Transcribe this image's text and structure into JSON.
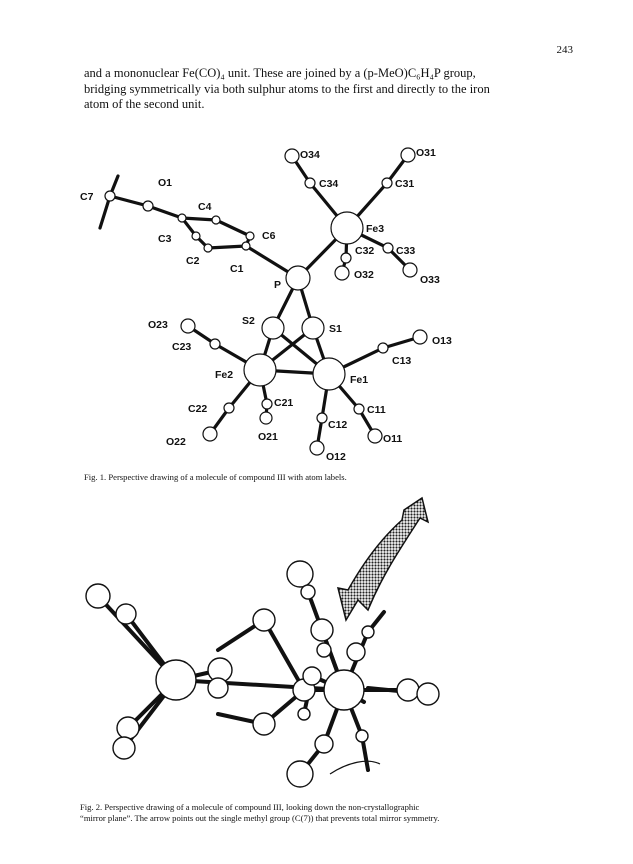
{
  "page": {
    "number": "243"
  },
  "body_text": {
    "lines": [
      "and a mononuclear Fe(CO)₄ unit. These are joined by a (p-MeO)C₆H₄P group,",
      "bridging symmetrically via both sulphur atoms to the first and directly to the iron",
      "atom of the second unit."
    ]
  },
  "figure1": {
    "caption": "Fig. 1. Perspective drawing of a molecule of compound III with atom labels.",
    "atom_labels": {
      "o34": "O34",
      "o31": "O31",
      "c34": "C34",
      "c31": "C31",
      "c7": "C7",
      "o1": "O1",
      "c4": "C4",
      "c3": "C3",
      "c6": "C6",
      "c2": "C2",
      "c1": "C1",
      "p": "P",
      "fe3": "Fe3",
      "c32": "C32",
      "c33": "C33",
      "o32": "O32",
      "o33": "O33",
      "o23": "O23",
      "s2": "S2",
      "s1": "S1",
      "c23": "C23",
      "o13": "O13",
      "c13": "C13",
      "fe2": "Fe2",
      "fe1": "Fe1",
      "c22": "C22",
      "c21": "C21",
      "c11": "C11",
      "c12": "C12",
      "o22": "O22",
      "o21": "O21",
      "o11": "O11",
      "o12": "O12"
    }
  },
  "figure2": {
    "caption_lines": [
      "Fig. 2. Perspective drawing of a molecule of compound III, looking down the non-crystallographic",
      "“mirror plane”. The arrow points out the single methyl group (C(7)) that prevents total mirror symmetry."
    ]
  }
}
